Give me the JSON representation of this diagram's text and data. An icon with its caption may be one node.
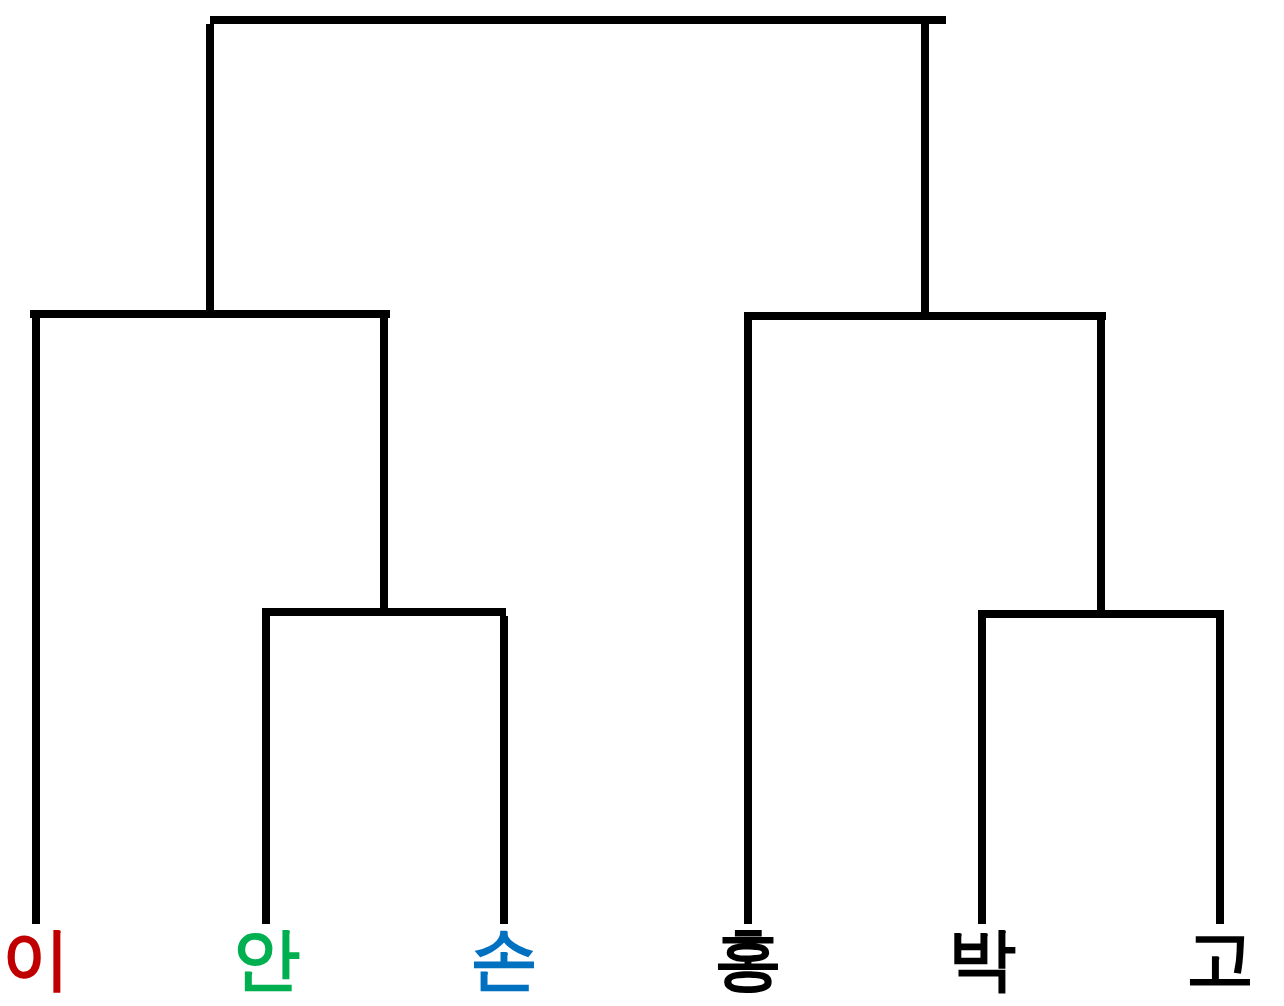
{
  "diagram": {
    "nodes": [
      {
        "text": [],
        "shape": "bar"
      },
      {
        "text": [],
        "shape": "bar"
      },
      {
        "text": [],
        "shape": "bar"
      },
      {
        "text": [],
        "shape": "bar"
      },
      {
        "text": [],
        "shape": "bar"
      },
      {
        "text": [
          "이"
        ]
      },
      {
        "text": [
          "안"
        ]
      },
      {
        "text": [
          "손"
        ]
      },
      {
        "text": [
          "홍"
        ]
      },
      {
        "text": [
          "박"
        ]
      },
      {
        "text": [
          "고"
        ]
      }
    ],
    "edges": [
      {
        "from": 0,
        "to": 1,
        "arrow": "none"
      },
      {
        "from": 0,
        "to": 2,
        "arrow": "none"
      },
      {
        "from": 1,
        "to": 5,
        "arrow": "none"
      },
      {
        "from": 1,
        "to": 3,
        "arrow": "none"
      },
      {
        "from": 3,
        "to": 6,
        "arrow": "none"
      },
      {
        "from": 3,
        "to": 7,
        "arrow": "none"
      },
      {
        "from": 2,
        "to": 8,
        "arrow": "none"
      },
      {
        "from": 2,
        "to": 4,
        "arrow": "none"
      },
      {
        "from": 4,
        "to": 9,
        "arrow": "none"
      },
      {
        "from": 4,
        "to": 10,
        "arrow": "none"
      }
    ]
  }
}
